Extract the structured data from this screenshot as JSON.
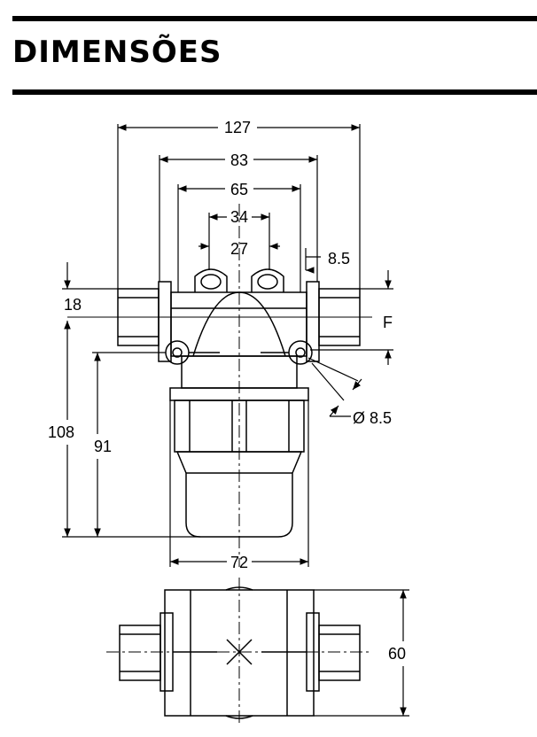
{
  "header": {
    "title": "DIMENSÕES"
  },
  "dimensions": {
    "overall_width": "127",
    "body_width": "83",
    "flange_width": "65",
    "bolt_spacing": "34",
    "bolt_inner": "27",
    "bolt_offset": "8.5",
    "port_offset": "18",
    "total_height": "108",
    "bowl_height": "91",
    "bowl_diameter": "72",
    "hole_diameter": "Ø 8.5",
    "depth": "60",
    "flow_label": "F"
  }
}
